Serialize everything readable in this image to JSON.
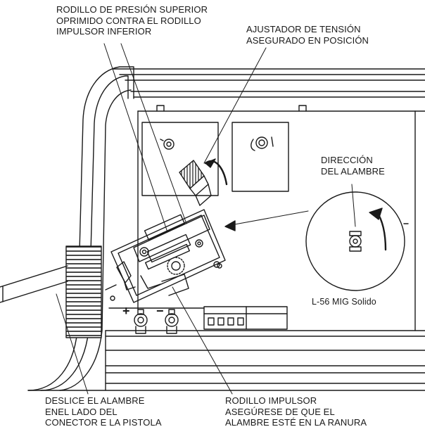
{
  "labels": {
    "upper_roll": [
      "RODILLO DE PRESIÓN SUPERIOR",
      "OPRIMIDO CONTRA EL RODILLO",
      "IMPULSOR INFERIOR"
    ],
    "tension_adjuster": [
      "AJUSTADOR DE TENSIÓN",
      "ASEGURADO EN POSICIÓN"
    ],
    "wire_direction": [
      "DIRECCIÓN",
      "DEL ALAMBRE"
    ],
    "model": "L-56 MIG Solido",
    "slide_wire": [
      "DESLICE EL ALAMBRE",
      "ENEL LADO DEL",
      "CONECTOR E LA PISTOLA"
    ],
    "drive_roll": [
      "RODILLO IMPULSOR",
      "ASEGÚRESE DE QUE EL",
      "ALAMBRE ESTÉ EN LA RANURA"
    ]
  },
  "terminal_symbols": {
    "positive": "+",
    "negative": "−"
  },
  "colors": {
    "line": "#1a1a1a",
    "panel_shade": "#d9d9d9",
    "background": "#ffffff"
  }
}
